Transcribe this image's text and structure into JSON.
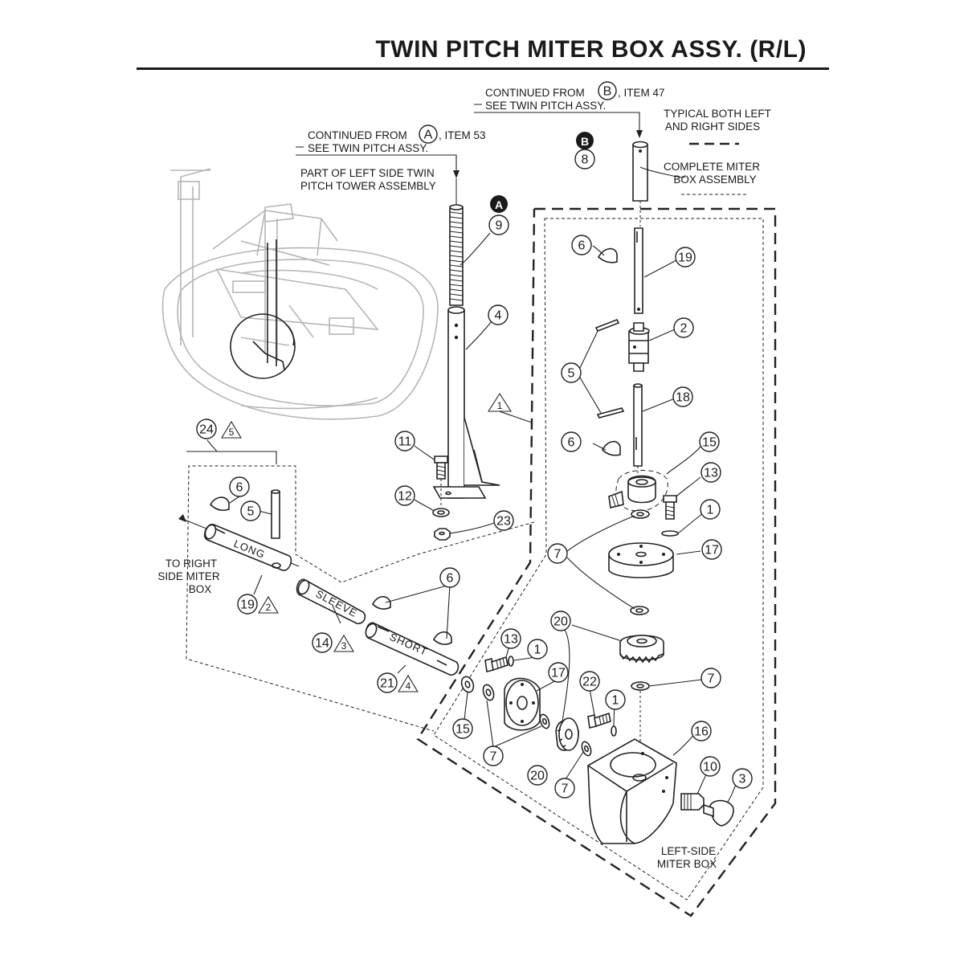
{
  "header": {
    "title": "TWIN PITCH MITER BOX ASSY. (R/L)"
  },
  "notes": {
    "cont_b_line1": "CONTINUED FROM",
    "cont_b_letter": "B",
    "cont_b_item": ", ITEM 47",
    "cont_b_line2": "SEE TWIN PITCH ASSY.",
    "cont_a_line1": "CONTINUED FROM",
    "cont_a_letter": "A",
    "cont_a_item": ", ITEM 53",
    "cont_a_line2": "SEE  TWIN PITCH ASSY.",
    "tower_line1": "PART OF LEFT SIDE TWIN",
    "tower_line2": "PITCH TOWER ASSEMBLY",
    "legend_typ_line1": "TYPICAL BOTH LEFT",
    "legend_typ_line2": "AND RIGHT SIDES",
    "legend_complete_line1": "COMPLETE MITER",
    "legend_complete_line2": "BOX ASSEMBLY",
    "to_right_line1": "TO RIGHT",
    "to_right_line2": "SIDE MITER",
    "to_right_line3": "BOX",
    "left_box_line1": "LEFT-SIDE",
    "left_box_line2": "MITER BOX"
  },
  "shaft_labels": {
    "long": "LONG",
    "sleeve": "SLEEVE",
    "short": "SHORT"
  },
  "markers": {
    "a": "A",
    "b": "B"
  },
  "callouts": [
    {
      "id": "c8",
      "label": "8"
    },
    {
      "id": "c9",
      "label": "9"
    },
    {
      "id": "c4",
      "label": "4"
    },
    {
      "id": "c6a",
      "label": "6"
    },
    {
      "id": "c19a",
      "label": "19"
    },
    {
      "id": "c2",
      "label": "2"
    },
    {
      "id": "c5a",
      "label": "5"
    },
    {
      "id": "c18",
      "label": "18"
    },
    {
      "id": "c6b",
      "label": "6"
    },
    {
      "id": "c15a",
      "label": "15"
    },
    {
      "id": "c13a",
      "label": "13"
    },
    {
      "id": "c1a",
      "label": "1"
    },
    {
      "id": "c17a",
      "label": "17"
    },
    {
      "id": "c7a",
      "label": "7"
    },
    {
      "id": "c20a",
      "label": "20"
    },
    {
      "id": "c7b",
      "label": "7"
    },
    {
      "id": "c11",
      "label": "11"
    },
    {
      "id": "c12",
      "label": "12"
    },
    {
      "id": "c23",
      "label": "23"
    },
    {
      "id": "c24",
      "label": "24"
    },
    {
      "id": "c6c",
      "label": "6"
    },
    {
      "id": "c5b",
      "label": "5"
    },
    {
      "id": "c19b",
      "label": "19"
    },
    {
      "id": "c14",
      "label": "14"
    },
    {
      "id": "c6d",
      "label": "6"
    },
    {
      "id": "c21",
      "label": "21"
    },
    {
      "id": "c13b",
      "label": "13"
    },
    {
      "id": "c1b",
      "label": "1"
    },
    {
      "id": "c17b",
      "label": "17"
    },
    {
      "id": "c15b",
      "label": "15"
    },
    {
      "id": "c7c",
      "label": "7"
    },
    {
      "id": "c22",
      "label": "22"
    },
    {
      "id": "c1c",
      "label": "1"
    },
    {
      "id": "c16",
      "label": "16"
    },
    {
      "id": "c10",
      "label": "10"
    },
    {
      "id": "c3",
      "label": "3"
    },
    {
      "id": "c20b",
      "label": "20"
    },
    {
      "id": "c7d",
      "label": "7"
    }
  ],
  "triangle_notes": [
    {
      "id": "t1",
      "label": "1"
    },
    {
      "id": "t5",
      "label": "5"
    },
    {
      "id": "t2",
      "label": "2"
    },
    {
      "id": "t3",
      "label": "3"
    },
    {
      "id": "t4",
      "label": "4"
    }
  ]
}
